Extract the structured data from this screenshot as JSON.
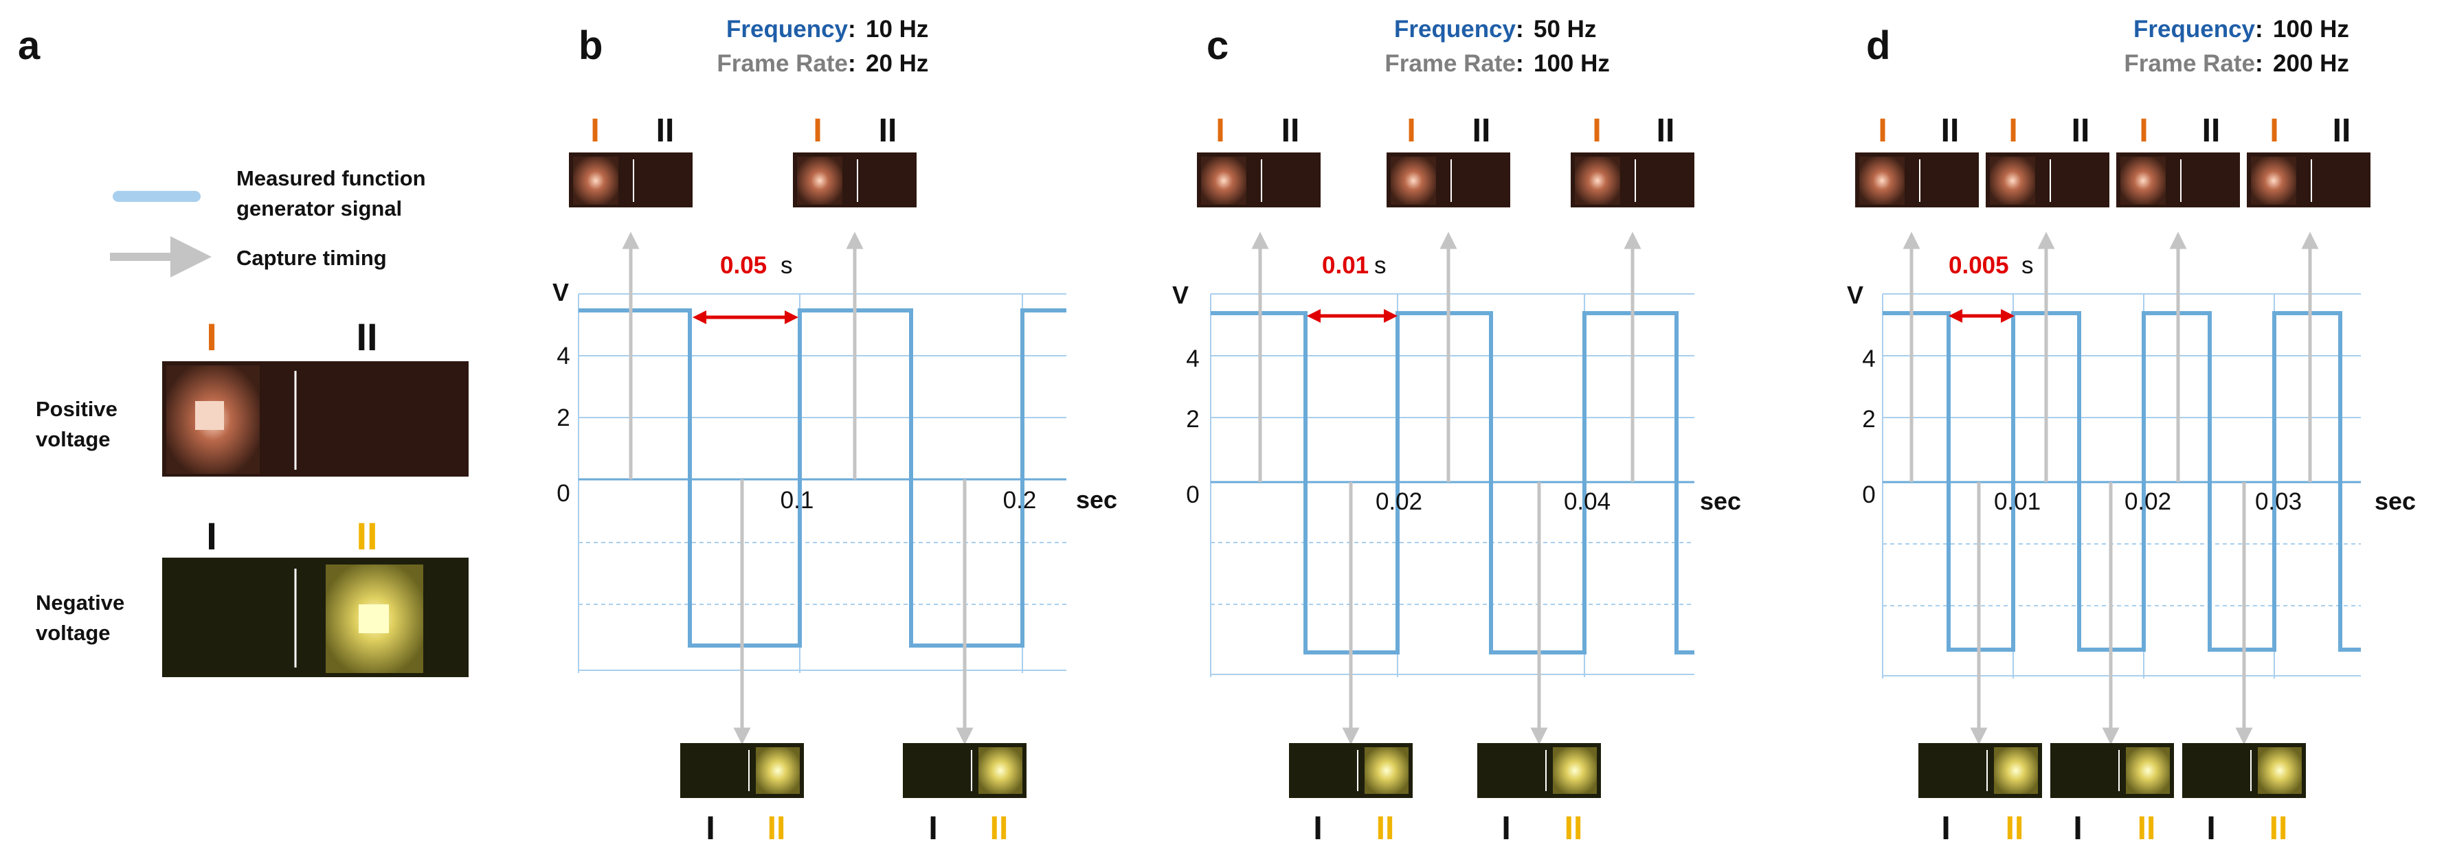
{
  "panel_a": {
    "letter": "a",
    "legend_signal": [
      "Measured function",
      "generator signal"
    ],
    "legend_capture": "Capture timing",
    "label_I": "I",
    "label_II": "II",
    "positive_label": [
      "Positive",
      "voltage"
    ],
    "negative_label": [
      "Negative",
      "voltage"
    ]
  },
  "panel_b": {
    "letter": "b",
    "freq_label": "Frequency",
    "freq_value": "10 Hz",
    "rate_label": "Frame Rate",
    "rate_value": "20 Hz",
    "y_axis": "V",
    "x_unit": "sec",
    "y_ticks": [
      "4",
      "2",
      "0"
    ],
    "x_ticks": [
      "0.1",
      "0.2"
    ],
    "interval_value": "0.05",
    "interval_unit": "s",
    "top_pairs": [
      {
        "a": "I",
        "b": "II"
      },
      {
        "a": "I",
        "b": "II"
      }
    ],
    "bottom_pairs": [
      {
        "a": "I",
        "b": "II"
      },
      {
        "a": "I",
        "b": "II"
      }
    ]
  },
  "panel_c": {
    "letter": "c",
    "freq_label": "Frequency",
    "freq_value": "50 Hz",
    "rate_label": "Frame Rate",
    "rate_value": "100 Hz",
    "y_axis": "V",
    "x_unit": "sec",
    "y_ticks": [
      "4",
      "2",
      "0"
    ],
    "x_ticks": [
      "0.02",
      "0.04"
    ],
    "interval_value": "0.01",
    "interval_unit": "s",
    "top_pairs": [
      {
        "a": "I",
        "b": "II"
      },
      {
        "a": "I",
        "b": "II"
      },
      {
        "a": "I",
        "b": "II"
      }
    ],
    "bottom_pairs": [
      {
        "a": "I",
        "b": "II"
      },
      {
        "a": "I",
        "b": "II"
      }
    ]
  },
  "panel_d": {
    "letter": "d",
    "freq_label": "Frequency",
    "freq_value": "100 Hz",
    "rate_label": "Frame Rate",
    "rate_value": "200 Hz",
    "y_axis": "V",
    "x_unit": "sec",
    "y_ticks": [
      "4",
      "2",
      "0"
    ],
    "x_ticks": [
      "0.01",
      "0.02",
      "0.03"
    ],
    "interval_value": "0.005",
    "interval_unit": "s",
    "top_pairs": [
      {
        "a": "I",
        "b": "II"
      },
      {
        "a": "I",
        "b": "II"
      },
      {
        "a": "I",
        "b": "II"
      },
      {
        "a": "I",
        "b": "II"
      }
    ],
    "bottom_pairs": [
      {
        "a": "I",
        "b": "II"
      },
      {
        "a": "I",
        "b": "II"
      },
      {
        "a": "I",
        "b": "II"
      }
    ]
  },
  "colors": {
    "frequency_blue": "#1f5ea8",
    "frame_rate_gray": "#7f7f7f",
    "signal": "#6aaad8",
    "signal_light": "#a9cfee",
    "label_orange": "#e06a10",
    "label_yellow": "#f0b400",
    "interval_red": "#e00000",
    "arrow_gray": "#c4c4c4",
    "text_black": "#111111"
  }
}
